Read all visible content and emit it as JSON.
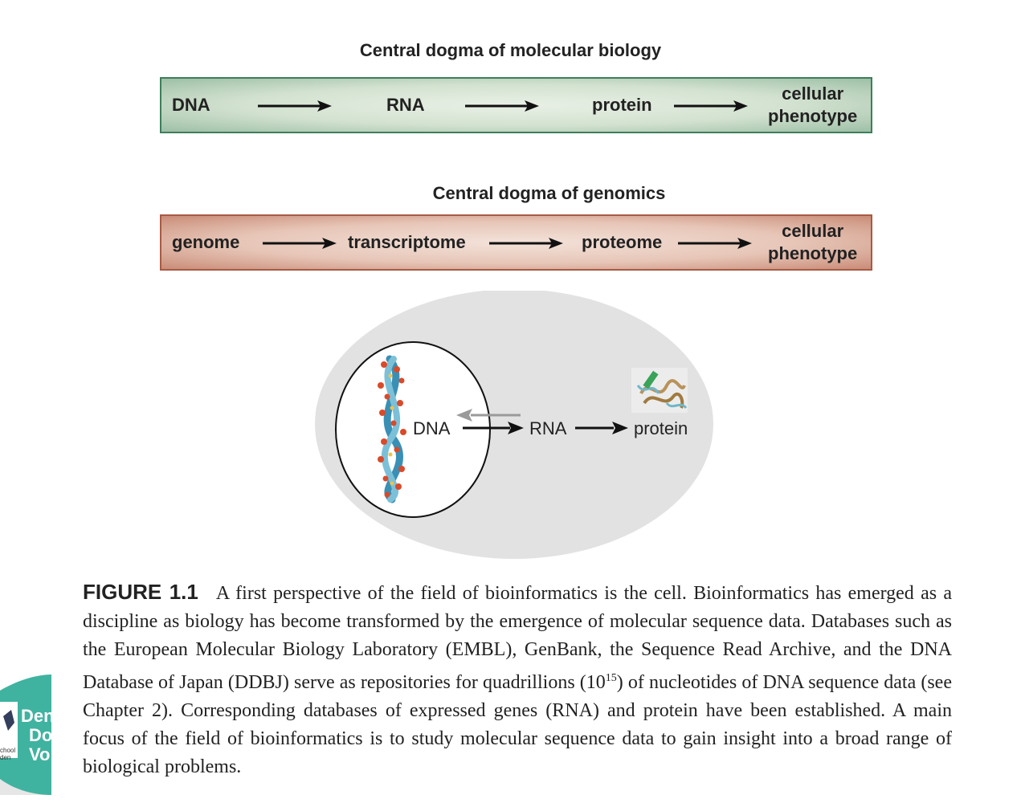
{
  "dogma_molecular": {
    "title": "Central dogma of molecular biology",
    "items": [
      "DNA",
      "RNA",
      "protein"
    ],
    "last_line1": "cellular",
    "last_line2": "phenotype"
  },
  "dogma_genomics": {
    "title": "Central dogma of genomics",
    "items": [
      "genome",
      "transcriptome",
      "proteome"
    ],
    "last_line1": "cellular",
    "last_line2": "phenotype"
  },
  "cell_diagram": {
    "dna_label": "DNA",
    "rna_label": "RNA",
    "protein_label": "protein"
  },
  "caption": {
    "label": "FIGURE 1.1",
    "text_before_exp": "A first perspective of the field of bioinformatics is the cell. Bioinformatics has emerged as a discipline as biology has become transformed by the emergence of molecular sequence data. Databases such as the European Molecular Biology Laboratory (EMBL), GenBank, the Sequence Read Archive, and the DNA Database of Japan (DDBJ) serve as repositories for quadrillions (10",
    "exponent": "15",
    "text_after_exp": ") of nucleotides of DNA sequence data (see Chapter 2). Corresponding databases of expressed genes (RNA) and protein have been established. A main focus of the field of bioinformatics is to study molecular sequence data to gain insight into a broad range of biological problems."
  },
  "logo": {
    "line1": "Den",
    "line2": "Do",
    "line3": "Vo",
    "small1": "chool",
    "small2": "den",
    "color": "#3fb3a0"
  },
  "colors": {
    "green_band_border": "#3d7e5b",
    "red_band_border": "#a85a44",
    "cell_fill": "#e2e2e2"
  }
}
